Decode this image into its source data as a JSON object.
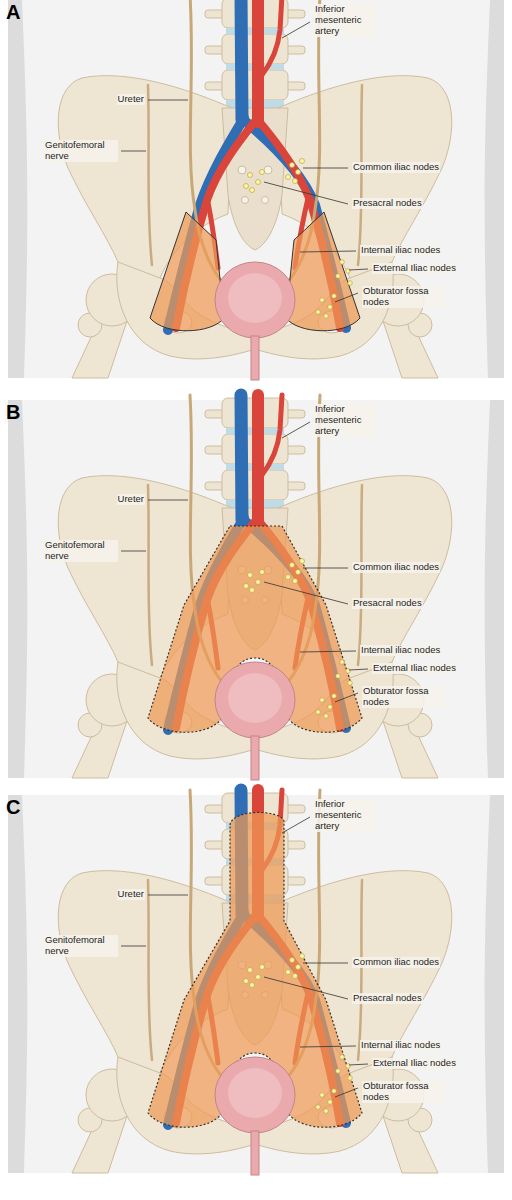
{
  "diagram": {
    "labels": [
      "A",
      "Inferior mesenteric artery",
      "Ureter",
      "Genitofemoral nerve",
      "Common iliac nodes",
      "Presacral nodes",
      "Internal iliac nodes",
      "External Iliac nodes",
      "Obturator fossa nodes",
      "B",
      "Inferior mesenteric artery",
      "Ureter",
      "Genitofemoral nerve",
      "Common iliac nodes",
      "Presacral nodes",
      "Internal iliac nodes",
      "External Iliac nodes",
      "Obturator fossa nodes",
      "C",
      "Inferior mesenteric artery",
      "Ureter",
      "Genitofemoral nerve",
      "Common iliac nodes",
      "Presacral nodes",
      "Internal iliac nodes",
      "External Iliac nodes",
      "Obturator fossa nodes"
    ]
  }
}
